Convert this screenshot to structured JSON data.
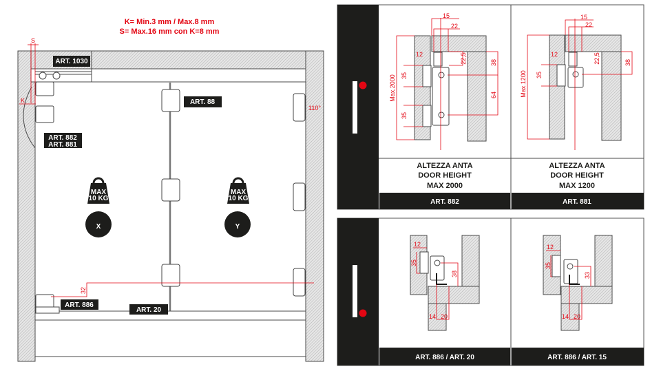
{
  "header": {
    "line1": "K= Min.3 mm / Max.8 mm",
    "line2": "S= Max.16 mm con K=8 mm"
  },
  "cabinet": {
    "s_label": "S",
    "k_label": "K",
    "angle": "110°",
    "dim_32": "32",
    "labels": {
      "art1030": "ART. 1030",
      "art88": "ART. 88",
      "art882": "ART. 882",
      "art881": "ART. 881",
      "art886": "ART. 886",
      "art20": "ART. 20"
    },
    "weight_x": {
      "line1": "MAX",
      "line2": "10 KG",
      "door": "X"
    },
    "weight_y": {
      "line1": "MAX",
      "line2": "10 KG",
      "door": "Y"
    }
  },
  "panels_top": [
    {
      "dims": {
        "d15": "15",
        "d22": "22",
        "d12": "12",
        "d35a": "35",
        "d35b": "35",
        "d225": "22,5",
        "d38": "38",
        "d64": "64",
        "max": "Max.2000"
      },
      "caption": [
        "ALTEZZA ANTA",
        "DOOR HEIGHT",
        "MAX 2000"
      ],
      "label": "ART. 882"
    },
    {
      "dims": {
        "d15": "15",
        "d22": "22",
        "d12": "12",
        "d35a": "35",
        "d225": "22,5",
        "d38": "38",
        "max": "Max.1200"
      },
      "caption": [
        "ALTEZZA ANTA",
        "DOOR HEIGHT",
        "MAX 1200"
      ],
      "label": "ART. 881"
    }
  ],
  "panels_bottom": [
    {
      "dims": {
        "d12": "12",
        "d35": "35",
        "d38": "38",
        "d14": "14",
        "d20": "20"
      },
      "label": "ART. 886 / ART. 20"
    },
    {
      "dims": {
        "d12": "12",
        "d35": "35",
        "d33": "33",
        "d14": "14",
        "d20": "20"
      },
      "label": "ART. 886 / ART. 15"
    }
  ],
  "colors": {
    "accent": "#e30613",
    "dark": "#1d1d1b"
  }
}
